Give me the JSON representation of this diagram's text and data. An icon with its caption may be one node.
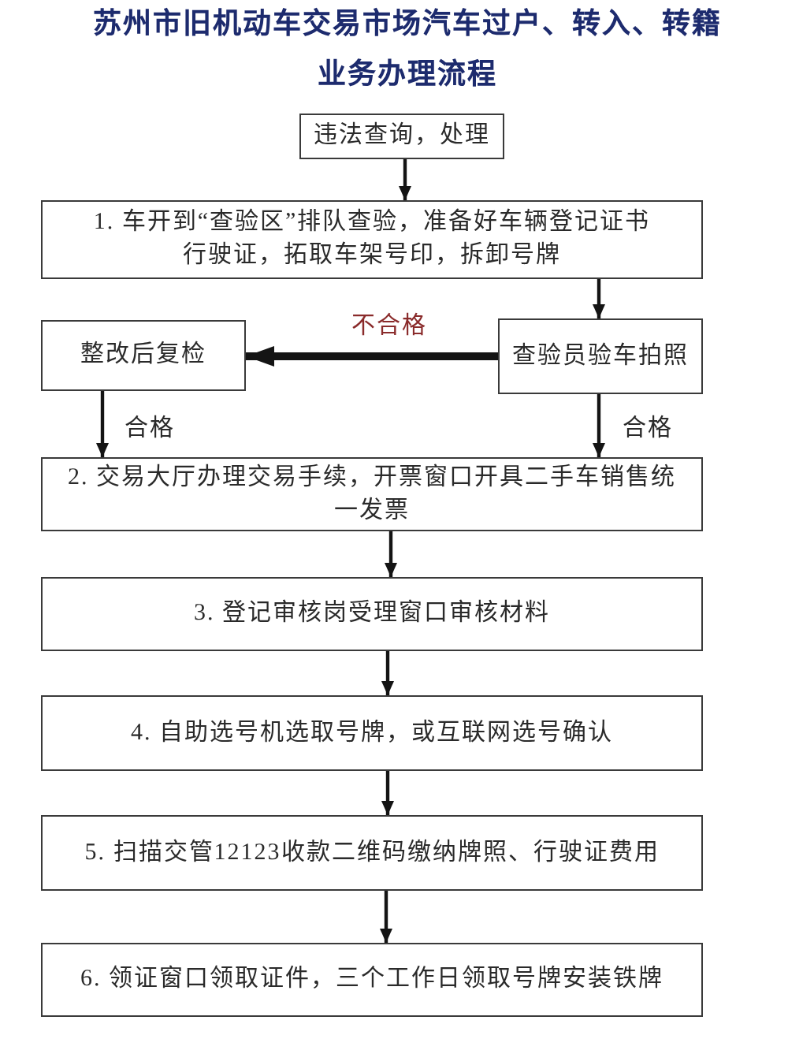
{
  "diagram": {
    "title": "苏州市旧机动车交易市场汽车过户、转入、转籍业务办理流程",
    "nodes": [
      {
        "text": [
          "违法查询，处理"
        ]
      },
      {
        "text": [
          "1. 车开到“查验区”排队查验，准备好车辆登记证书行驶证，拓取车架号印，拆卸号牌"
        ]
      },
      {
        "text": [
          "整改后复检"
        ]
      },
      {
        "text": [
          "查验员验车拍照"
        ]
      },
      {
        "text": [
          "2. 交易大厅办理交易手续，开票窗口开具二手车销售统一发票"
        ]
      },
      {
        "text": [
          "3. 登记审核岗受理窗口审核材料"
        ]
      },
      {
        "text": [
          "4. 自助选号机选取号牌，或互联网选号确认"
        ]
      },
      {
        "text": [
          "5. 扫描交管12123收款二维码缴纳牌照、行驶证费用"
        ]
      },
      {
        "text": [
          "6. 领证窗口领取证件，三个工作日领取号牌安装铁牌"
        ]
      }
    ],
    "edges": [
      {
        "from": 0,
        "to": 1,
        "arrow": "to"
      },
      {
        "from": 1,
        "to": 3,
        "arrow": "to"
      },
      {
        "from": 3,
        "to": 2,
        "arrow": "to",
        "label": "不合格",
        "style": "thick"
      },
      {
        "from": 2,
        "to": 4,
        "arrow": "to",
        "label": "合格"
      },
      {
        "from": 3,
        "to": 4,
        "arrow": "to",
        "label": "合格"
      },
      {
        "from": 4,
        "to": 5,
        "arrow": "to"
      },
      {
        "from": 5,
        "to": 6,
        "arrow": "to"
      },
      {
        "from": 6,
        "to": 7,
        "arrow": "to"
      },
      {
        "from": 7,
        "to": 8,
        "arrow": "to"
      }
    ]
  }
}
